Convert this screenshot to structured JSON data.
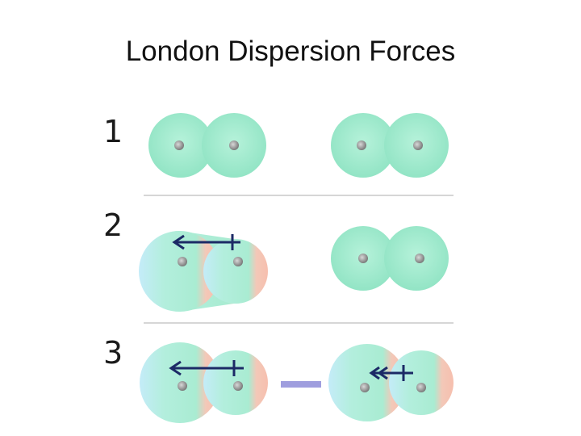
{
  "slide": {
    "title": "London Dispersion Forces"
  },
  "diagram": {
    "steps": [
      {
        "label": "1",
        "left_molecule": "neutral",
        "right_molecule": "neutral",
        "attraction": false
      },
      {
        "label": "2",
        "left_molecule": "polarized",
        "right_molecule": "neutral",
        "attraction": false
      },
      {
        "label": "3",
        "left_molecule": "polarized",
        "right_molecule": "polarized",
        "attraction": true
      }
    ],
    "colors": {
      "neutral_cloud": "#a4ecd0",
      "negative_region": "#bce9f6",
      "positive_region": "#f6c4b6",
      "dipole_arrow": "#1c2a66",
      "attraction_bar": "#9f9ede",
      "separator": "#d6d6d6",
      "nucleus": "#8a8a8a"
    }
  }
}
